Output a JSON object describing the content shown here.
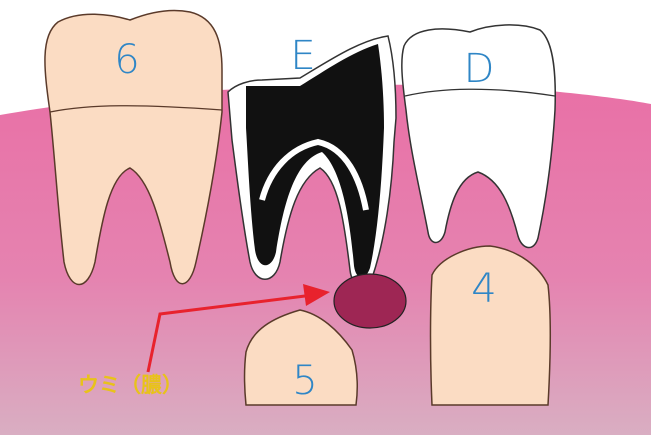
{
  "labels": {
    "tooth_6": "6",
    "tooth_e": "E",
    "tooth_d": "D",
    "tooth_5": "5",
    "tooth_4": "4",
    "pus_callout": "ウミ（膿）"
  },
  "colors": {
    "gum_top": "#e66ea3",
    "gum_bottom": "#d8a4bd",
    "tooth_fill": "#fbdcc3",
    "baby_tooth_fill": "#ffffff",
    "decay": "#111111",
    "pus": "#9e2654",
    "arrow": "#e8222d",
    "label_color": "#2f86c6",
    "callout_color": "#e8c21a"
  }
}
